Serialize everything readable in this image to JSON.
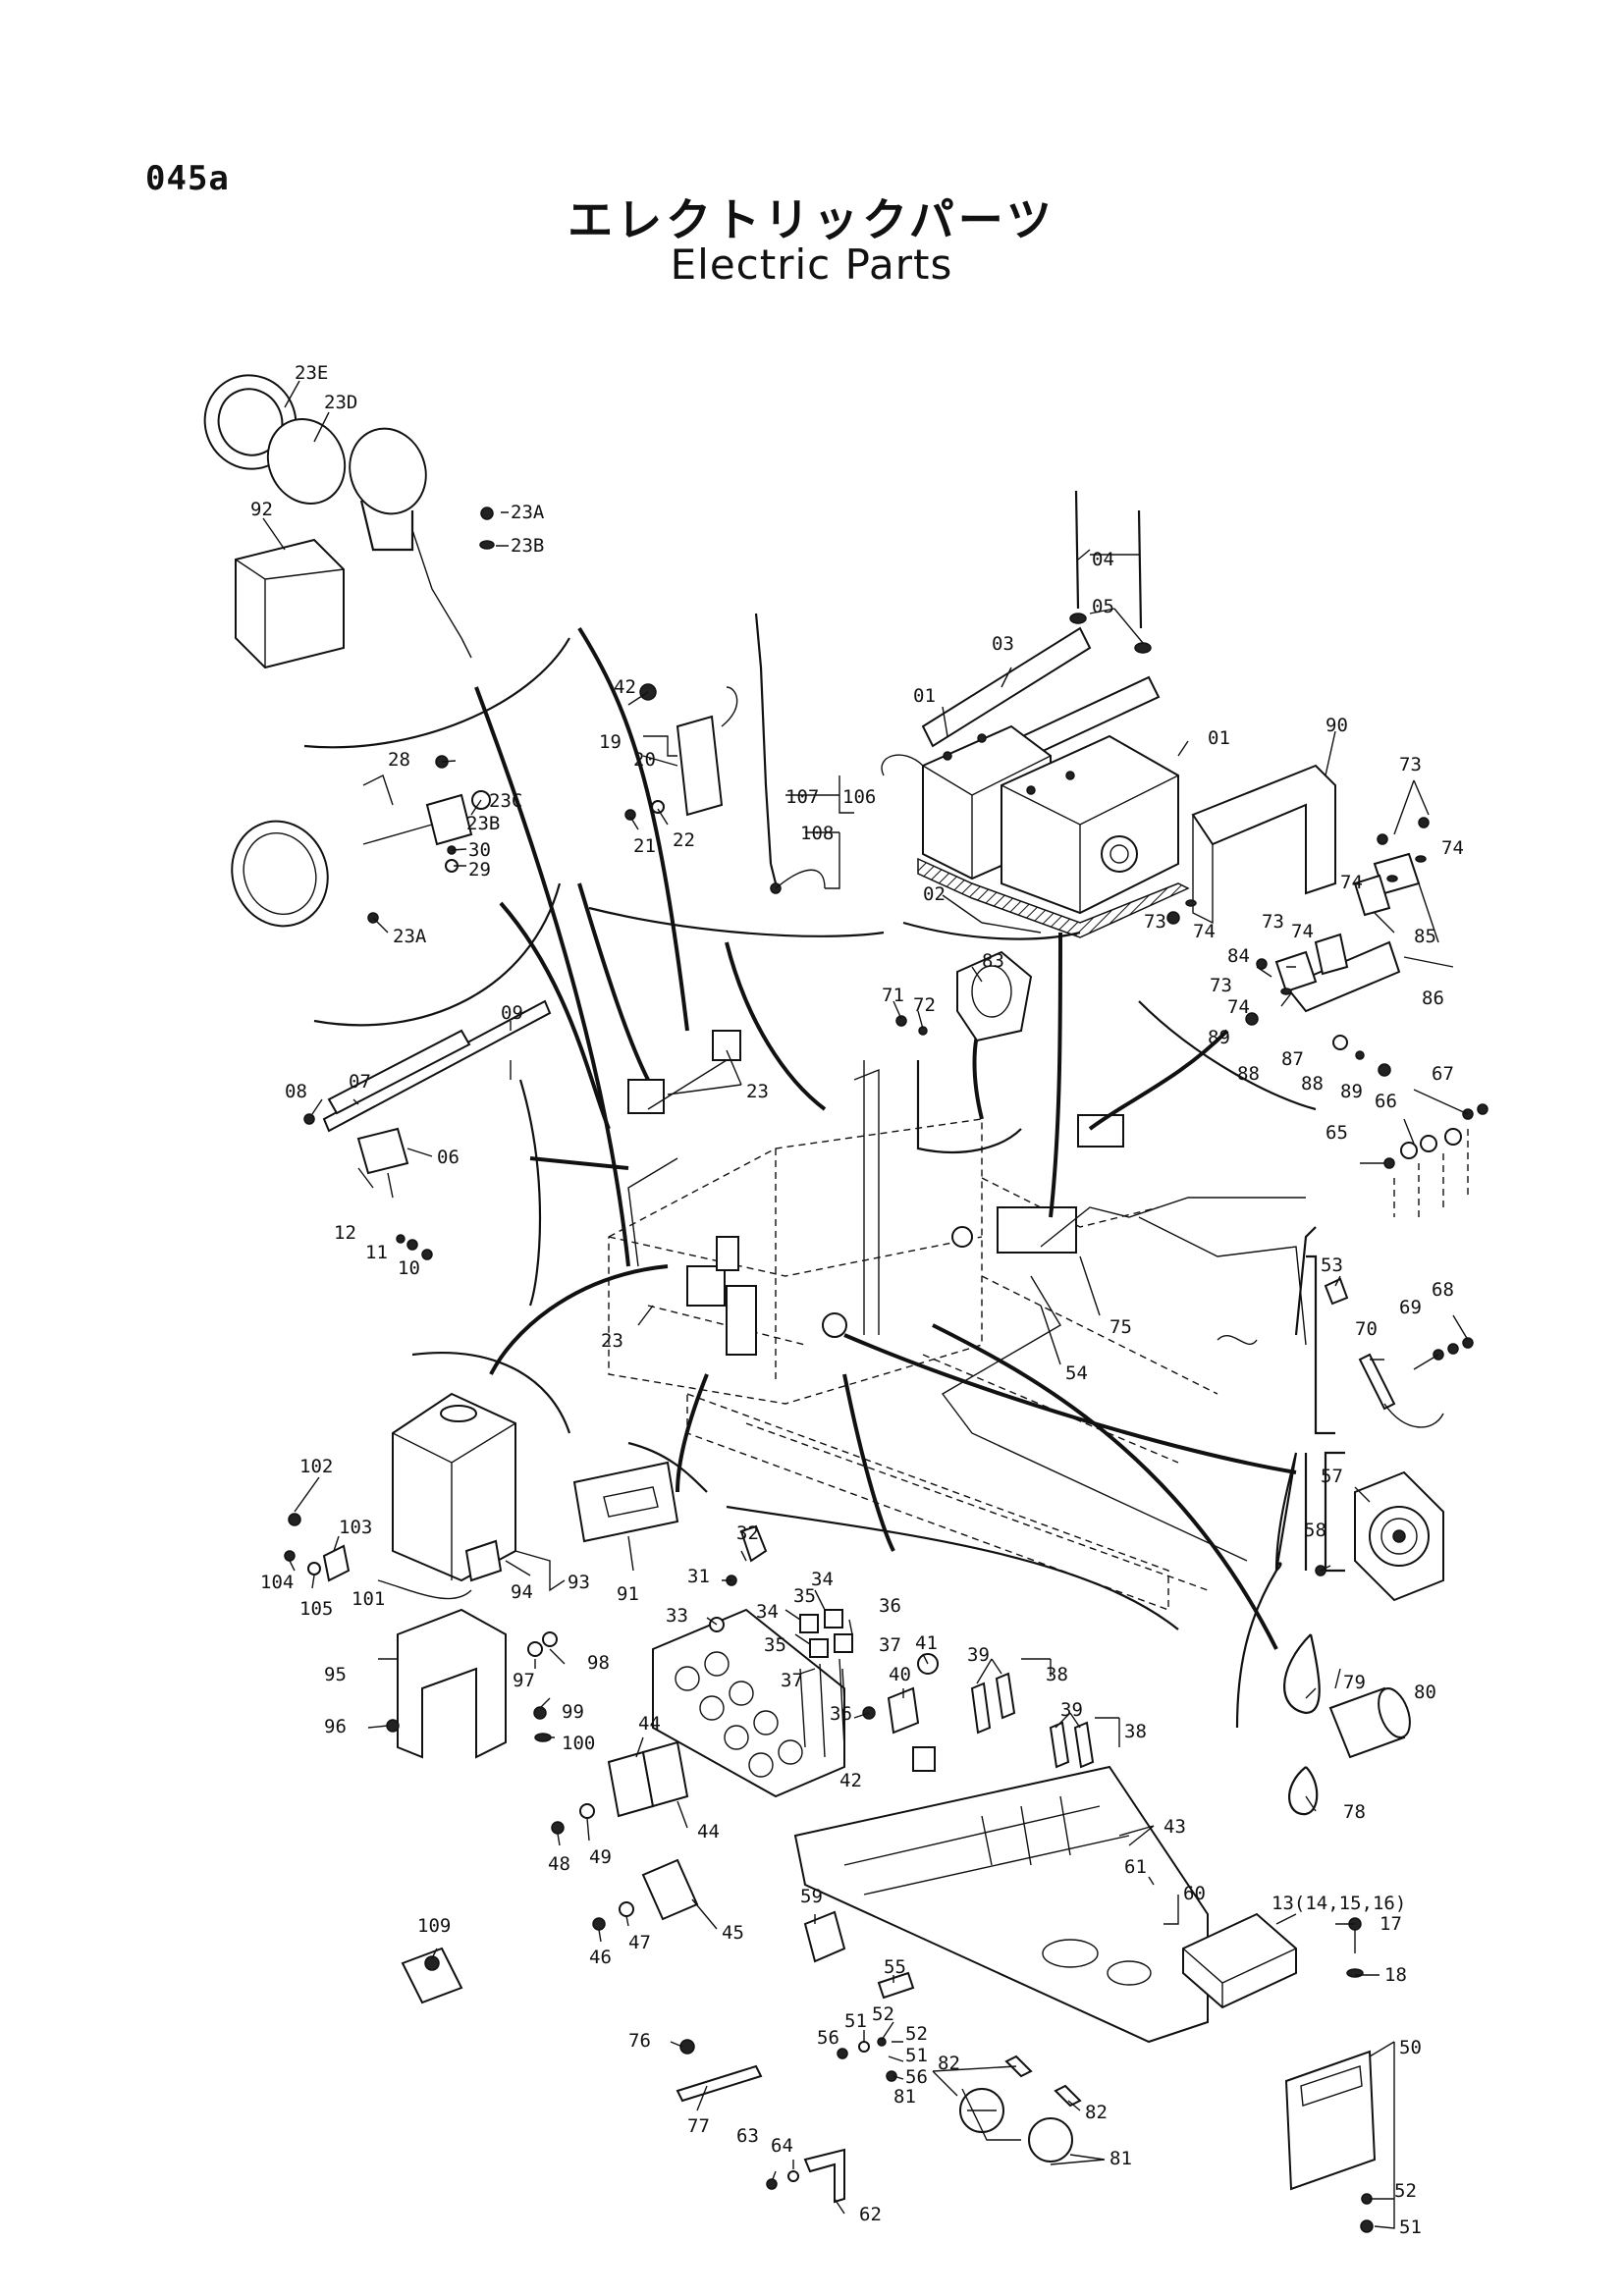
{
  "header": {
    "page_id": "045a",
    "title_jp": "エレクトリックパーツ",
    "title_en": "Electric Parts"
  },
  "callouts": [
    {
      "id": "c23E",
      "text": "23E"
    },
    {
      "id": "c23D",
      "text": "23D"
    },
    {
      "id": "c92",
      "text": "92"
    },
    {
      "id": "c23A_1",
      "text": "23A"
    },
    {
      "id": "c23B_1",
      "text": "23B"
    },
    {
      "id": "c28",
      "text": "28"
    },
    {
      "id": "c23C",
      "text": "23C"
    },
    {
      "id": "c23B_2",
      "text": "23B"
    },
    {
      "id": "c30",
      "text": "30"
    },
    {
      "id": "c29",
      "text": "29"
    },
    {
      "id": "c23A_2",
      "text": "23A"
    },
    {
      "id": "c42a",
      "text": "42"
    },
    {
      "id": "c19",
      "text": "19"
    },
    {
      "id": "c20",
      "text": "20"
    },
    {
      "id": "c21",
      "text": "21"
    },
    {
      "id": "c22",
      "text": "22"
    },
    {
      "id": "c107",
      "text": "107"
    },
    {
      "id": "c106",
      "text": "106"
    },
    {
      "id": "c108",
      "text": "108"
    },
    {
      "id": "c04",
      "text": "04"
    },
    {
      "id": "c05",
      "text": "05"
    },
    {
      "id": "c03",
      "text": "03"
    },
    {
      "id": "c01a",
      "text": "01"
    },
    {
      "id": "c01b",
      "text": "01"
    },
    {
      "id": "c02",
      "text": "02"
    },
    {
      "id": "c90",
      "text": "90"
    },
    {
      "id": "c73a",
      "text": "73"
    },
    {
      "id": "c74a",
      "text": "74"
    },
    {
      "id": "c74b",
      "text": "74"
    },
    {
      "id": "c85",
      "text": "85"
    },
    {
      "id": "c73b",
      "text": "73"
    },
    {
      "id": "c74c",
      "text": "74"
    },
    {
      "id": "c73c",
      "text": "73"
    },
    {
      "id": "c74d",
      "text": "74"
    },
    {
      "id": "c84",
      "text": "84"
    },
    {
      "id": "c73d",
      "text": "73"
    },
    {
      "id": "c74e",
      "text": "74"
    },
    {
      "id": "c86",
      "text": "86"
    },
    {
      "id": "c89a",
      "text": "89"
    },
    {
      "id": "c88a",
      "text": "88"
    },
    {
      "id": "c87",
      "text": "87"
    },
    {
      "id": "c88b",
      "text": "88"
    },
    {
      "id": "c89b",
      "text": "89"
    },
    {
      "id": "c71",
      "text": "71"
    },
    {
      "id": "c72",
      "text": "72"
    },
    {
      "id": "c83",
      "text": "83"
    },
    {
      "id": "c09",
      "text": "09"
    },
    {
      "id": "c07",
      "text": "07"
    },
    {
      "id": "c08",
      "text": "08"
    },
    {
      "id": "c06",
      "text": "06"
    },
    {
      "id": "c12",
      "text": "12"
    },
    {
      "id": "c11",
      "text": "11"
    },
    {
      "id": "c10",
      "text": "10"
    },
    {
      "id": "c23a",
      "text": "23"
    },
    {
      "id": "c23b",
      "text": "23"
    },
    {
      "id": "c67",
      "text": "67"
    },
    {
      "id": "c66",
      "text": "66"
    },
    {
      "id": "c65",
      "text": "65"
    },
    {
      "id": "c53",
      "text": "53"
    },
    {
      "id": "c75",
      "text": "75"
    },
    {
      "id": "c54",
      "text": "54"
    },
    {
      "id": "c68",
      "text": "68"
    },
    {
      "id": "c69",
      "text": "69"
    },
    {
      "id": "c70",
      "text": "70"
    },
    {
      "id": "c57",
      "text": "57"
    },
    {
      "id": "c58",
      "text": "58"
    },
    {
      "id": "c102",
      "text": "102"
    },
    {
      "id": "c103",
      "text": "103"
    },
    {
      "id": "c104",
      "text": "104"
    },
    {
      "id": "c105",
      "text": "105"
    },
    {
      "id": "c101",
      "text": "101"
    },
    {
      "id": "c94",
      "text": "94"
    },
    {
      "id": "c93",
      "text": "93"
    },
    {
      "id": "c91",
      "text": "91"
    },
    {
      "id": "c95",
      "text": "95"
    },
    {
      "id": "c97",
      "text": "97"
    },
    {
      "id": "c98",
      "text": "98"
    },
    {
      "id": "c96",
      "text": "96"
    },
    {
      "id": "c99",
      "text": "99"
    },
    {
      "id": "c100",
      "text": "100"
    },
    {
      "id": "c32",
      "text": "32"
    },
    {
      "id": "c31",
      "text": "31"
    },
    {
      "id": "c33",
      "text": "33"
    },
    {
      "id": "c34a",
      "text": "34"
    },
    {
      "id": "c35a",
      "text": "35"
    },
    {
      "id": "c34b",
      "text": "34"
    },
    {
      "id": "c36a",
      "text": "36"
    },
    {
      "id": "c35b",
      "text": "35"
    },
    {
      "id": "c37a",
      "text": "37"
    },
    {
      "id": "c37b",
      "text": "37"
    },
    {
      "id": "c36b",
      "text": "36"
    },
    {
      "id": "c41",
      "text": "41"
    },
    {
      "id": "c40",
      "text": "40"
    },
    {
      "id": "c39a",
      "text": "39"
    },
    {
      "id": "c38a",
      "text": "38"
    },
    {
      "id": "c39b",
      "text": "39"
    },
    {
      "id": "c38b",
      "text": "38"
    },
    {
      "id": "c42b",
      "text": "42"
    },
    {
      "id": "c43",
      "text": "43"
    },
    {
      "id": "c79",
      "text": "79"
    },
    {
      "id": "c80",
      "text": "80"
    },
    {
      "id": "c78",
      "text": "78"
    },
    {
      "id": "c44a",
      "text": "44"
    },
    {
      "id": "c44b",
      "text": "44"
    },
    {
      "id": "c48",
      "text": "48"
    },
    {
      "id": "c49",
      "text": "49"
    },
    {
      "id": "c45",
      "text": "45"
    },
    {
      "id": "c46",
      "text": "46"
    },
    {
      "id": "c47",
      "text": "47"
    },
    {
      "id": "c109",
      "text": "109"
    },
    {
      "id": "c59",
      "text": "59"
    },
    {
      "id": "c61",
      "text": "61"
    },
    {
      "id": "c60",
      "text": "60"
    },
    {
      "id": "c13",
      "text": "13(14,15,16)"
    },
    {
      "id": "c17",
      "text": "17"
    },
    {
      "id": "c18",
      "text": "18"
    },
    {
      "id": "c55",
      "text": "55"
    },
    {
      "id": "c51a",
      "text": "51"
    },
    {
      "id": "c52a",
      "text": "52"
    },
    {
      "id": "c52b",
      "text": "52"
    },
    {
      "id": "c51b",
      "text": "51"
    },
    {
      "id": "c56a",
      "text": "56"
    },
    {
      "id": "c56b",
      "text": "56"
    },
    {
      "id": "c82a",
      "text": "82"
    },
    {
      "id": "c81a",
      "text": "81"
    },
    {
      "id": "c82b",
      "text": "82"
    },
    {
      "id": "c81b",
      "text": "81"
    },
    {
      "id": "c76",
      "text": "76"
    },
    {
      "id": "c77",
      "text": "77"
    },
    {
      "id": "c63",
      "text": "63"
    },
    {
      "id": "c64",
      "text": "64"
    },
    {
      "id": "c62",
      "text": "62"
    },
    {
      "id": "c50",
      "text": "50"
    },
    {
      "id": "c52c",
      "text": "52"
    },
    {
      "id": "c51c",
      "text": "51"
    }
  ]
}
